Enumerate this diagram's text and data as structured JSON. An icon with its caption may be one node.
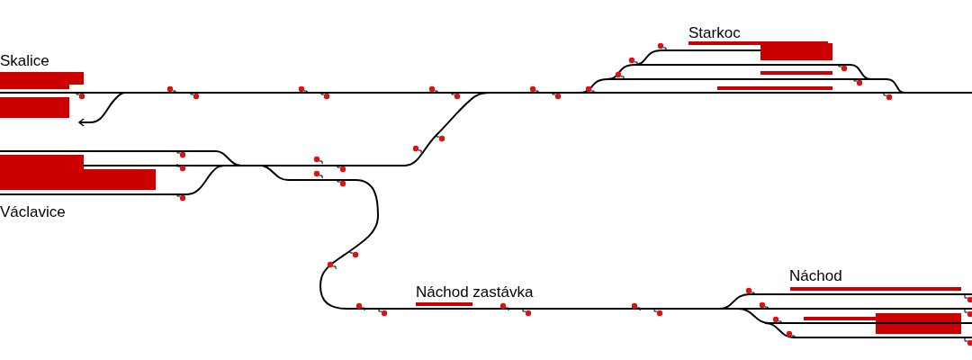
{
  "diagram": {
    "labels": [
      "Skalice",
      "Václavice",
      "Starkoc",
      "Náchod zastávka",
      "Náchod"
    ]
  }
}
